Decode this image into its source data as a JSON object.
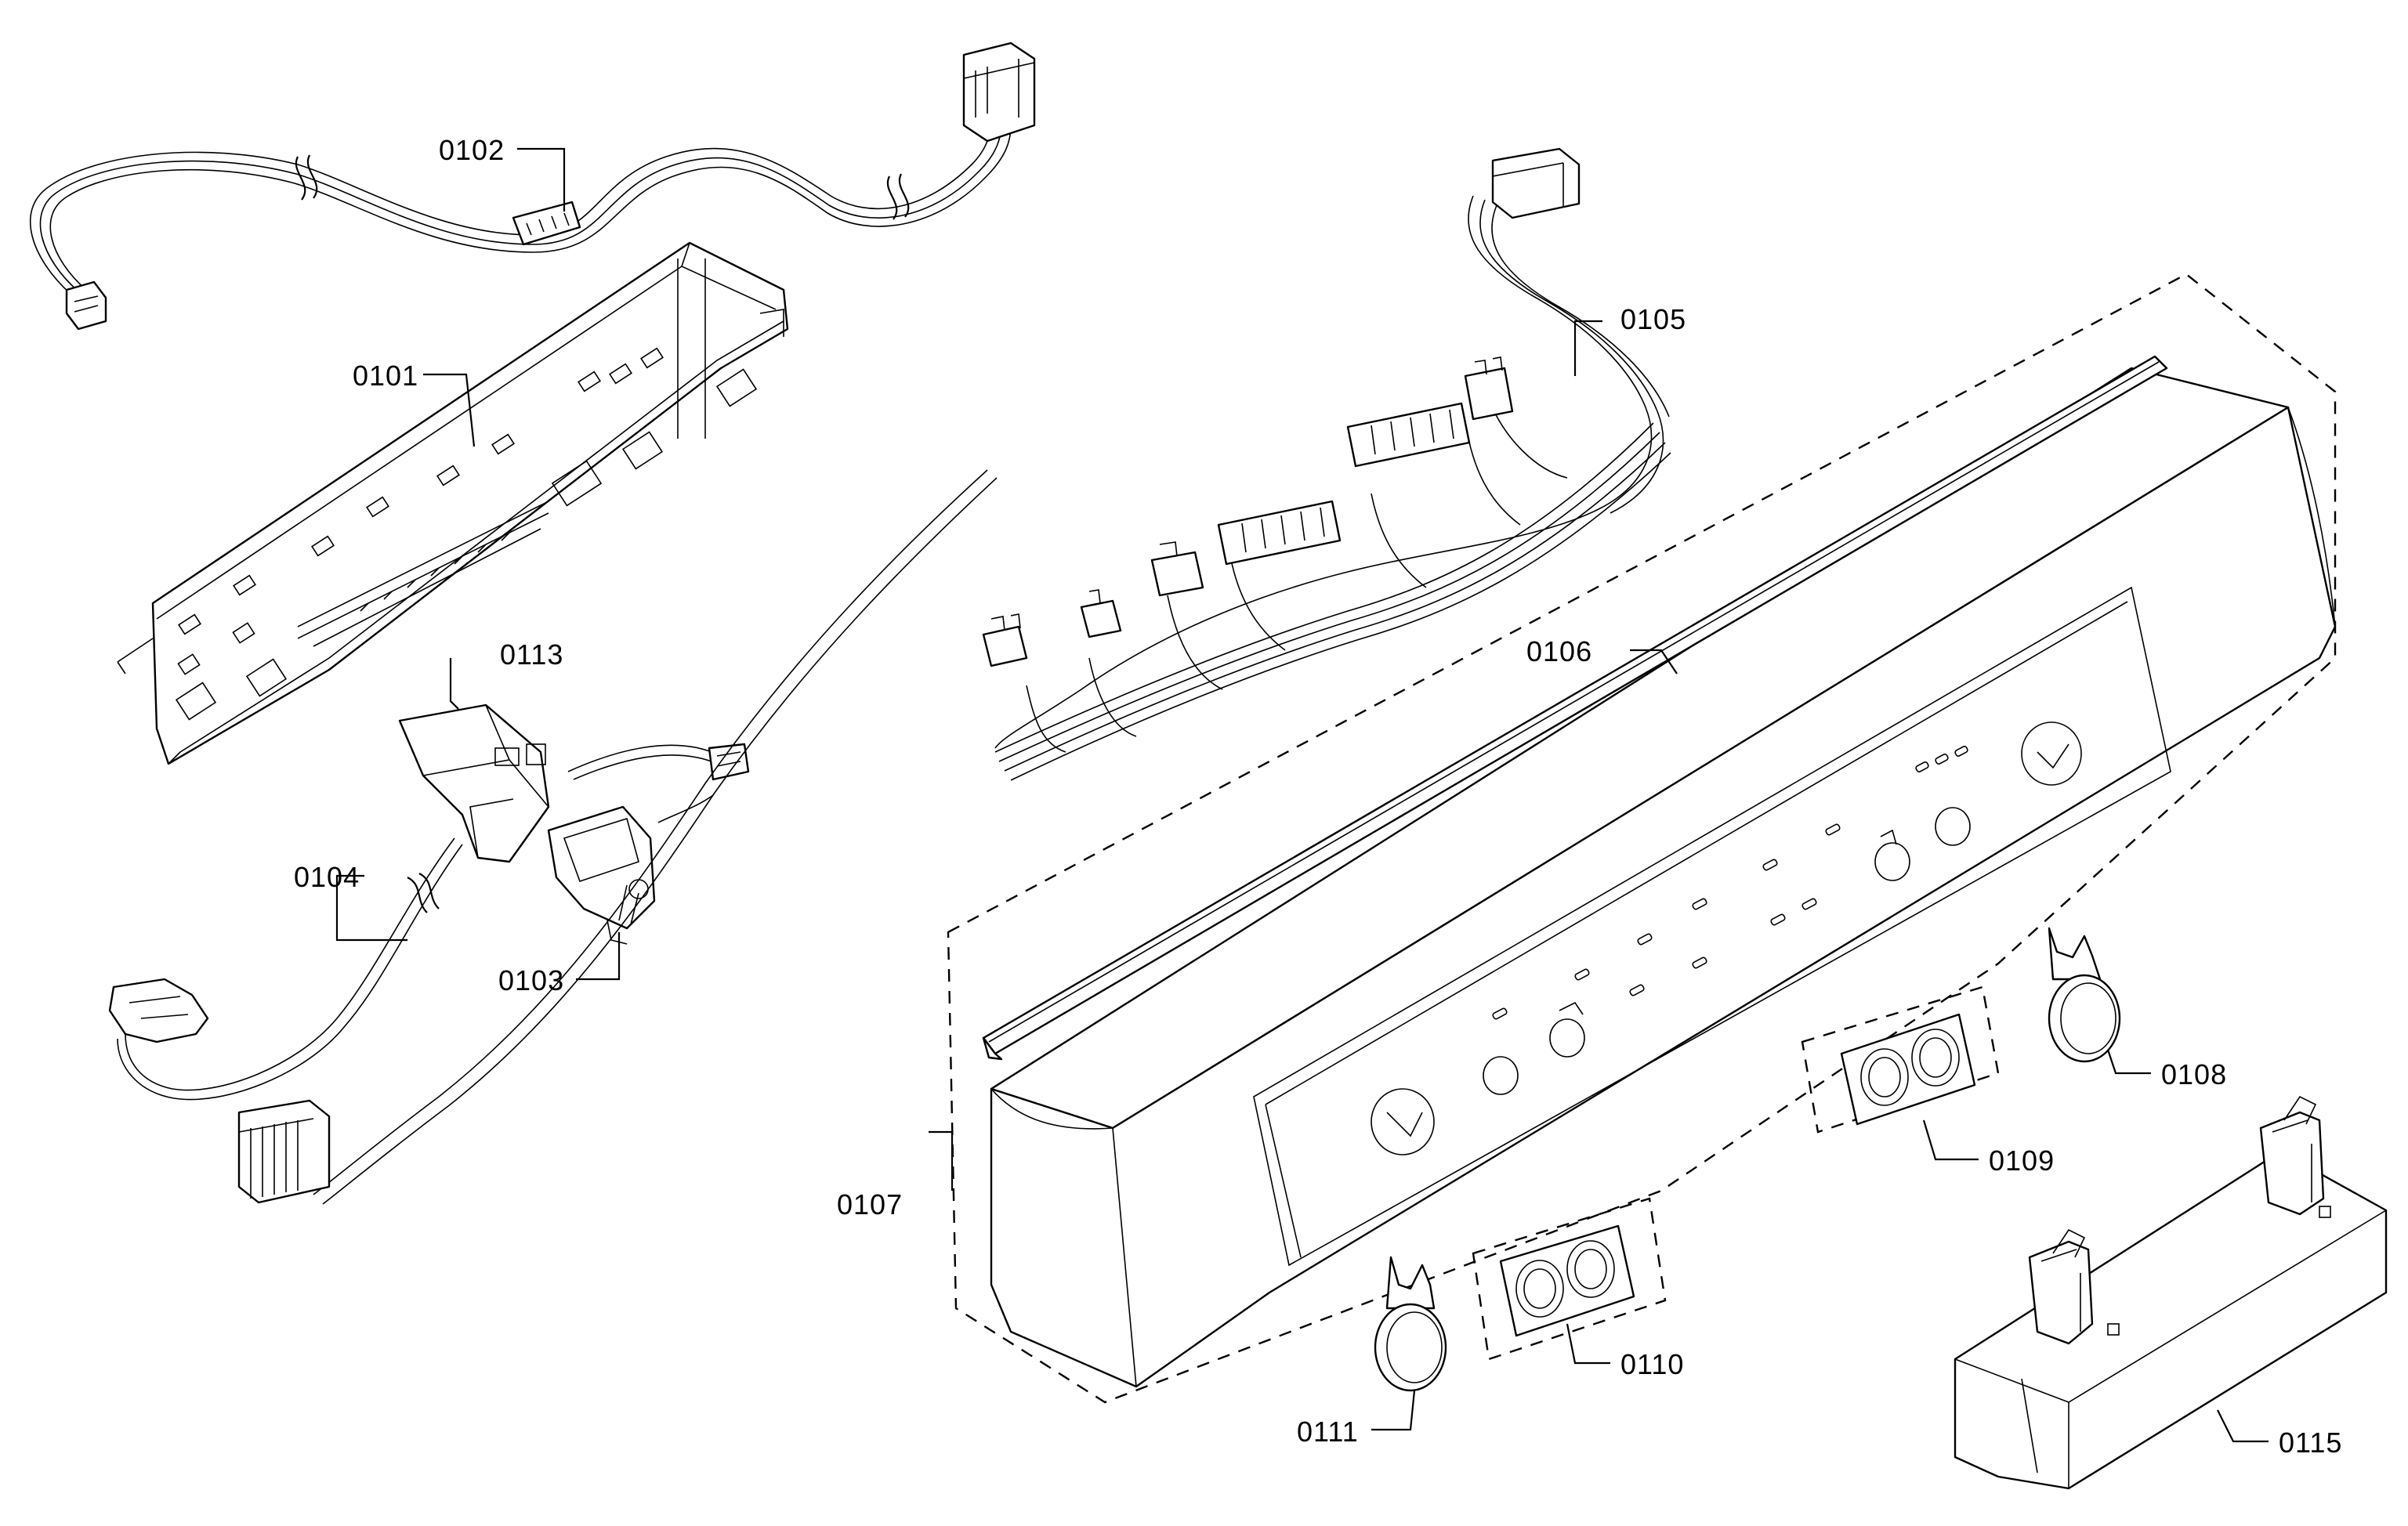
{
  "labels": {
    "p0101": "0101",
    "p0102": "0102",
    "p0103": "0103",
    "p0104": "0104",
    "p0105": "0105",
    "p0106": "0106",
    "p0107": "0107",
    "p0108": "0108",
    "p0109": "0109",
    "p0110": "0110",
    "p0111": "0111",
    "p0113": "0113",
    "p0115": "0115"
  }
}
